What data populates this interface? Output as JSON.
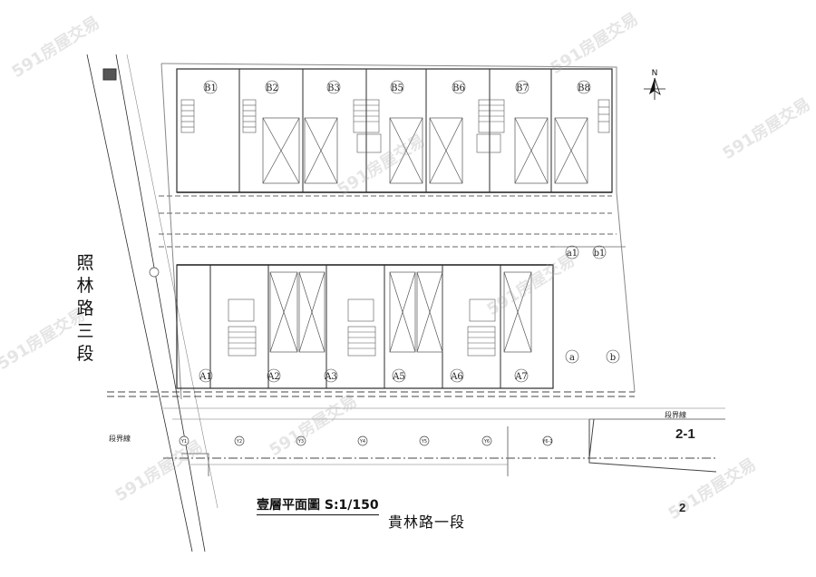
{
  "title": {
    "text": "壹層平面圖 S:1/150"
  },
  "roads": {
    "west": "照林路三段",
    "south": "貴林路一段"
  },
  "lot_numbers": {
    "east": "2-1",
    "south": "2"
  },
  "boundary_label": "段界線",
  "north_label": "N",
  "units_north": [
    "B1",
    "B2",
    "B3",
    "B5",
    "B6",
    "B7",
    "B8"
  ],
  "units_south": [
    "A1",
    "A2",
    "A3",
    "A5",
    "A6",
    "A7"
  ],
  "extra_units": [
    "a1",
    "b1",
    "a",
    "b"
  ],
  "grid_marks": [
    "Y1",
    "Y2",
    "Y3",
    "Y4",
    "Y5",
    "Y6",
    "Y6-1"
  ],
  "watermark": "591房屋交易",
  "colors": {
    "line": "#2b2b2b",
    "thin": "#7a7a7a",
    "watermark": "#bbbbbb"
  }
}
